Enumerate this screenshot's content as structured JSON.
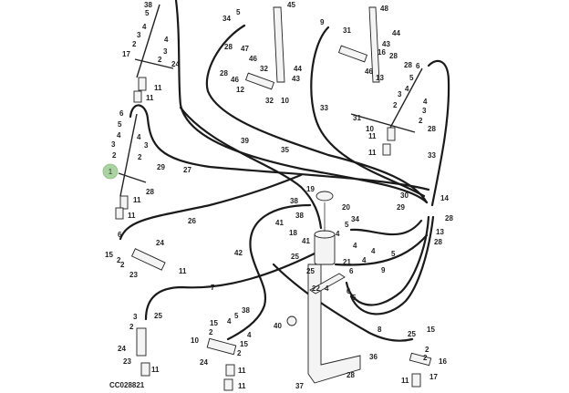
{
  "diagram": {
    "figure_id": "CC028821",
    "highlight_callout": "1",
    "labels": [
      "38",
      "5",
      "4",
      "4",
      "3",
      "3",
      "2",
      "2",
      "17",
      "24",
      "11",
      "11",
      "34",
      "5",
      "45",
      "28",
      "47",
      "46",
      "28",
      "46",
      "32",
      "12",
      "32",
      "10",
      "6",
      "5",
      "4",
      "4",
      "3",
      "3",
      "2",
      "2",
      "29",
      "28",
      "27",
      "39",
      "35",
      "48",
      "9",
      "31",
      "44",
      "43",
      "16",
      "28",
      "46",
      "28",
      "13",
      "44",
      "43",
      "6",
      "5",
      "4",
      "4",
      "3",
      "3",
      "2",
      "2",
      "31",
      "10",
      "28",
      "11",
      "11",
      "33",
      "33",
      "11",
      "11",
      "26",
      "6",
      "15",
      "2",
      "2",
      "24",
      "23",
      "11",
      "38",
      "38",
      "19",
      "20",
      "41",
      "18",
      "41",
      "42",
      "34",
      "5",
      "4",
      "4",
      "4",
      "4",
      "25",
      "25",
      "21",
      "22",
      "6",
      "4",
      "7",
      "6",
      "5",
      "3",
      "25",
      "2",
      "24",
      "23",
      "11",
      "38",
      "5",
      "15",
      "4",
      "4",
      "2",
      "15",
      "10",
      "2",
      "24",
      "11",
      "11",
      "40",
      "8",
      "36",
      "28",
      "37",
      "30",
      "14",
      "29",
      "28",
      "13",
      "28",
      "5",
      "9",
      "15",
      "25",
      "2",
      "2",
      "16",
      "17",
      "11"
    ]
  }
}
